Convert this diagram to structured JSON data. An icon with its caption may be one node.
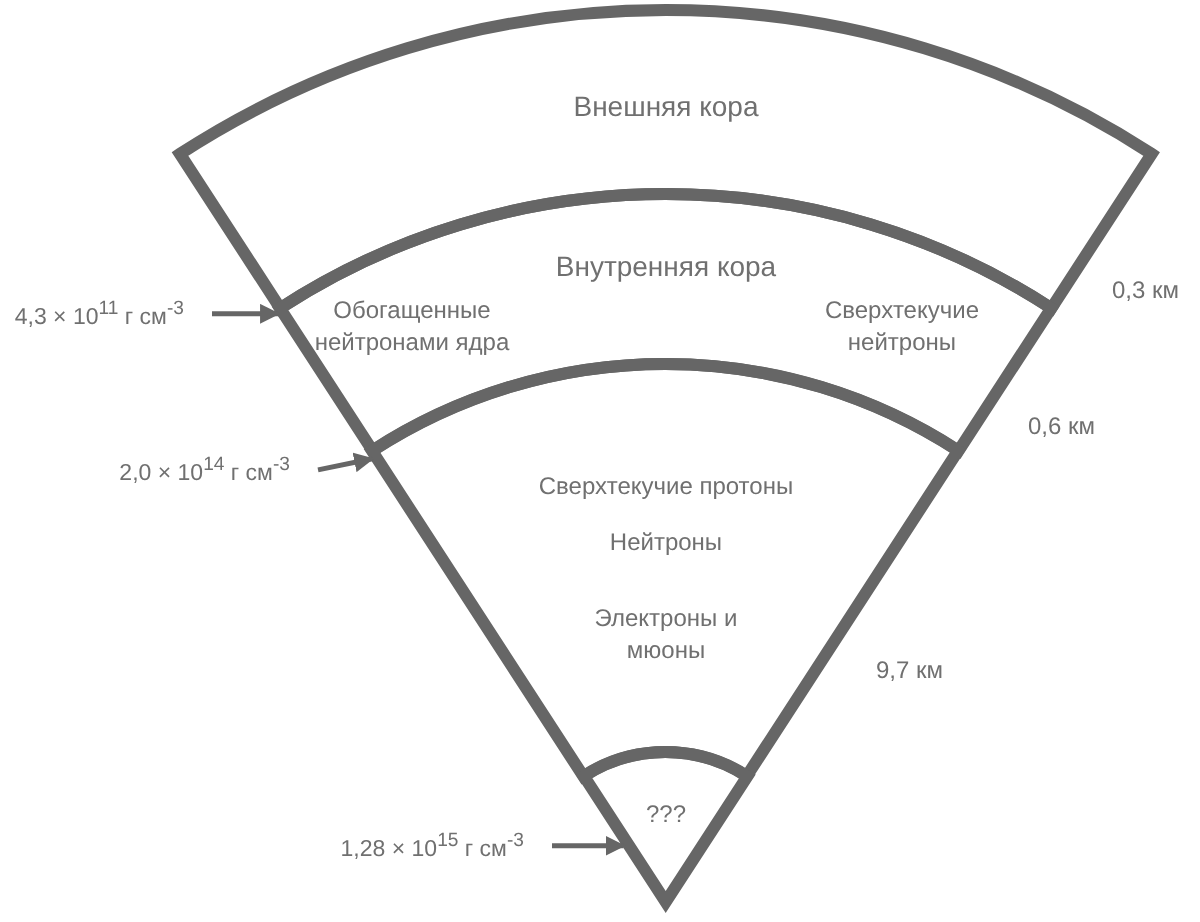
{
  "diagram": {
    "nodes": [
      {
        "text": [
          "Внешняя кора"
        ]
      },
      {
        "text": [
          "Внутренняя кора",
          "Обогащенные нейтронами ядра",
          "Сверхтекучие нейтроны"
        ]
      },
      {
        "text": [
          "Сверхтекучие протоны",
          "Нейтроны",
          "Электроны и мюоны"
        ]
      },
      {
        "text": [
          "???"
        ]
      },
      {
        "text": [
          "4,3 × 10$^{11}$ г см$^{-3}$"
        ]
      },
      {
        "text": [
          "2,0 × 10$^{14}$ г см$^{-3}$"
        ]
      },
      {
        "text": [
          "1,28 × 10$^{15}$ г см$^{-3}$"
        ]
      }
    ],
    "edges": [
      {
        "from": 4,
        "to": 1,
        "arrow": "to"
      },
      {
        "from": 5,
        "to": 1,
        "arrow": "to"
      },
      {
        "from": 6,
        "to": 3,
        "arrow": "to"
      }
    ],
    "labels": [
      "0,3 км",
      "0,6 км",
      "9,7 км"
    ]
  }
}
